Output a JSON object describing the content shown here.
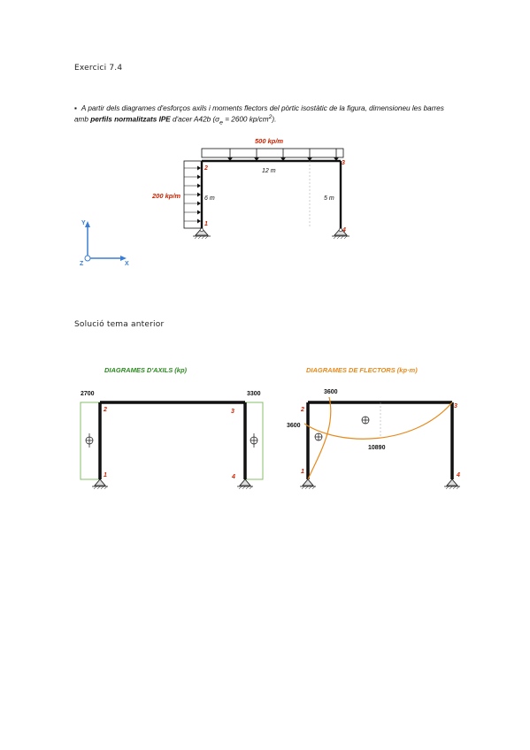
{
  "exercise": {
    "title": "Exercici 7.4",
    "statement": {
      "part1": "A partir dels diagrames d'esforços axils i moments flectors del pòrtic isostàtic de la figura, dimensioneu les barres amb",
      "bold": "perfils normalitzats IPE",
      "part2": "d'acer A42b (σ",
      "subscript": "e",
      "part3": " = 2600 kp/cm",
      "superscript": "2",
      "part4": ")."
    },
    "figure": {
      "distributed_load_top": "500 kp/m",
      "distributed_load_side": "200 kp/m",
      "span_label": "12 m",
      "left_height": "6 m",
      "right_height": "5 m",
      "node_1": "1",
      "node_2": "2",
      "node_3": "3",
      "node_4": "4",
      "axis_y": "Y",
      "axis_x": "X",
      "axis_z": "Z",
      "colors": {
        "structure": "#111111",
        "loads": "#cc2200",
        "axes": "#3a7fd5"
      }
    }
  },
  "solution": {
    "title": "Solució tema anterior",
    "axial": {
      "title": "DIAGRAMES D'AXILS (kp)",
      "left_value": "2700",
      "right_value": "3300",
      "node_1": "1",
      "node_2": "2",
      "node_3": "3",
      "node_4": "4",
      "colors": {
        "title": "#2a8a1e",
        "diagram": "#7ab85a"
      }
    },
    "bending": {
      "title": "DIAGRAMES DE FLECTORS (kp·m)",
      "top_value": "3600",
      "left_value": "3600",
      "mid_value": "10890",
      "node_1": "1",
      "node_2": "2",
      "node_3": "3",
      "node_4": "4",
      "colors": {
        "title": "#e8891a",
        "diagram": "#e8891a"
      }
    }
  }
}
